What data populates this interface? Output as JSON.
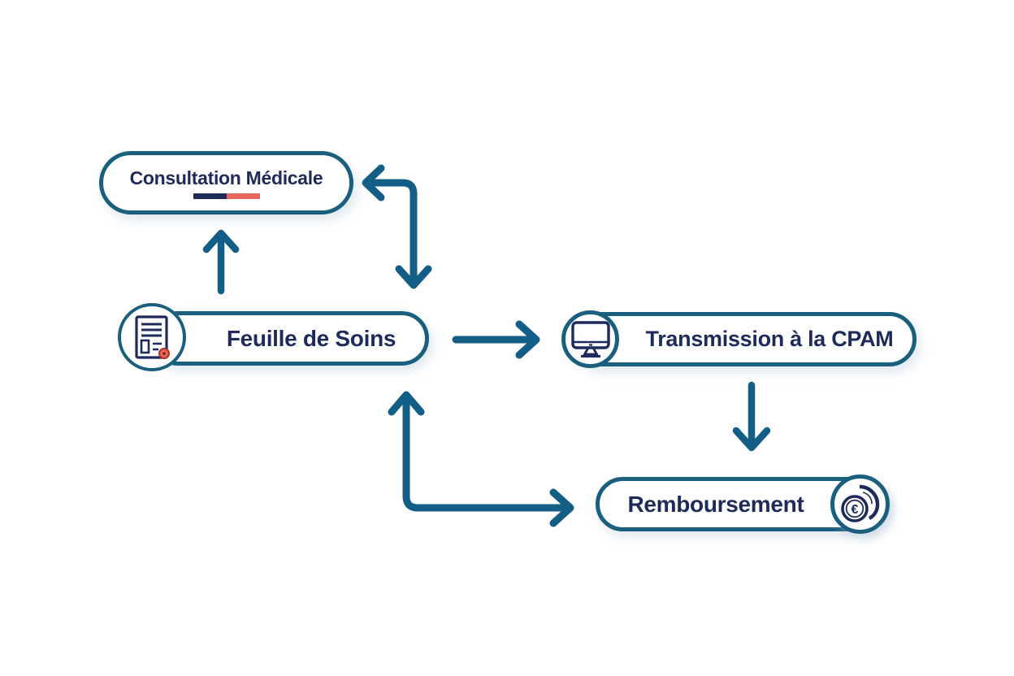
{
  "diagram": {
    "background": "#ffffff",
    "nodes": [
      {
        "id": "consultation-medicale",
        "label": "Consultation Médicale",
        "icon": null,
        "accent_underline": [
          "navy",
          "coral"
        ]
      },
      {
        "id": "feuille-de-soins",
        "label": "Feuille de Soins",
        "icon": "document-icon"
      },
      {
        "id": "transmission-cpam",
        "label": "Transmission à la CPAM",
        "icon": "monitor-icon"
      },
      {
        "id": "remboursement",
        "label": "Remboursement",
        "icon": "euro-coin-icon"
      }
    ],
    "edges": [
      {
        "from": "feuille-de-soins",
        "to": "consultation-medicale",
        "shape": "straight",
        "arrowheads": [
          "up"
        ]
      },
      {
        "from": "consultation-medicale",
        "to": "feuille-de-soins",
        "shape": "elbow",
        "arrowheads": [
          "left",
          "down"
        ],
        "bidirectional": true
      },
      {
        "from": "feuille-de-soins",
        "to": "transmission-cpam",
        "shape": "straight",
        "arrowheads": [
          "right"
        ]
      },
      {
        "from": "transmission-cpam",
        "to": "remboursement",
        "shape": "straight",
        "arrowheads": [
          "down"
        ]
      },
      {
        "from": "remboursement",
        "to": "feuille-de-soins",
        "shape": "elbow",
        "arrowheads": [
          "up",
          "right"
        ],
        "bidirectional": true
      }
    ],
    "colors": {
      "pill_border": "#1a5f7d",
      "arrow": "#135e86",
      "label_text": "#1e2b5a",
      "icon_navy": "#1e2b5a",
      "accent_navy": "#1e2b5a",
      "accent_coral": "#e8675c",
      "seal_red": "#e05c44"
    },
    "euro_symbol": "€"
  }
}
